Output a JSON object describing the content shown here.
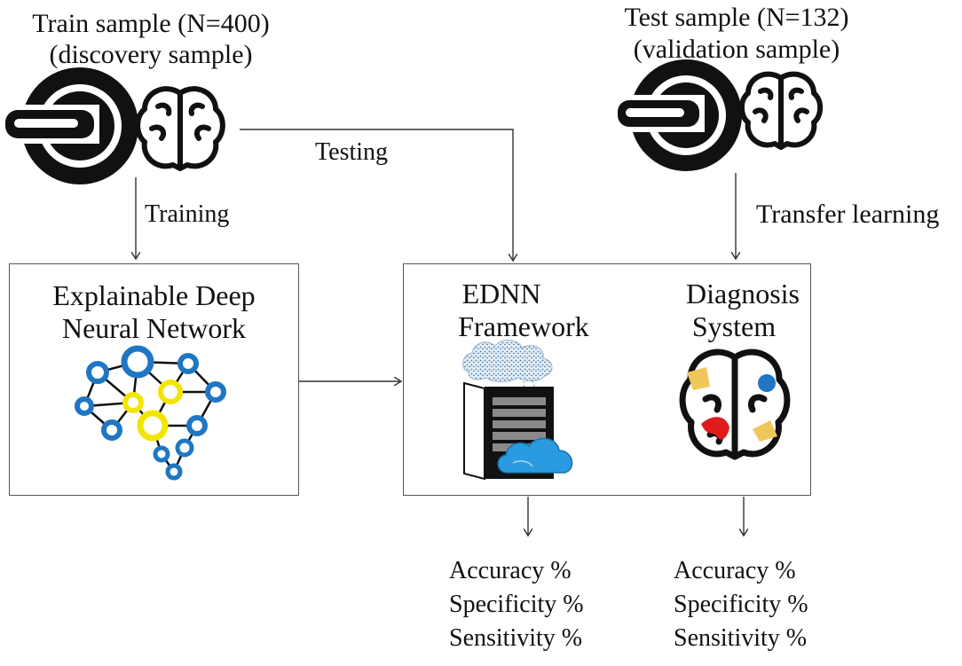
{
  "train": {
    "line1": "Train sample (N=400)",
    "line2": "(discovery sample)"
  },
  "test": {
    "line1": "Test sample (N=132)",
    "line2": "(validation sample)"
  },
  "edges": {
    "testing": "Testing",
    "training": "Training",
    "transfer": "Transfer learning"
  },
  "xdnn": {
    "line1": "Explainable Deep",
    "line2": "Neural Network"
  },
  "framework": {
    "line1": "EDNN",
    "line2": "Framework"
  },
  "diagnosis": {
    "line1": "Diagnosis",
    "line2": "System"
  },
  "metrics_left": {
    "accuracy": "Accuracy %",
    "specificity": "Specificity %",
    "sensitivity": "Sensitivity %"
  },
  "metrics_right": {
    "accuracy": "Accuracy %",
    "specificity": "Specificity %",
    "sensitivity": "Sensitivity %"
  },
  "icons": [
    "mri-scanner-icon",
    "brain-icon",
    "neural-network-icon",
    "cloud-data-icon",
    "server-rack-icon",
    "cloud-icon",
    "brain-lesion-icon"
  ],
  "colors": {
    "node_blue": "#1f77c4",
    "node_yellow": "#f2e600",
    "cloud_blue": "#2a9be0",
    "lesion_red": "#e01b1b",
    "lesion_yellow": "#f0c75a"
  }
}
